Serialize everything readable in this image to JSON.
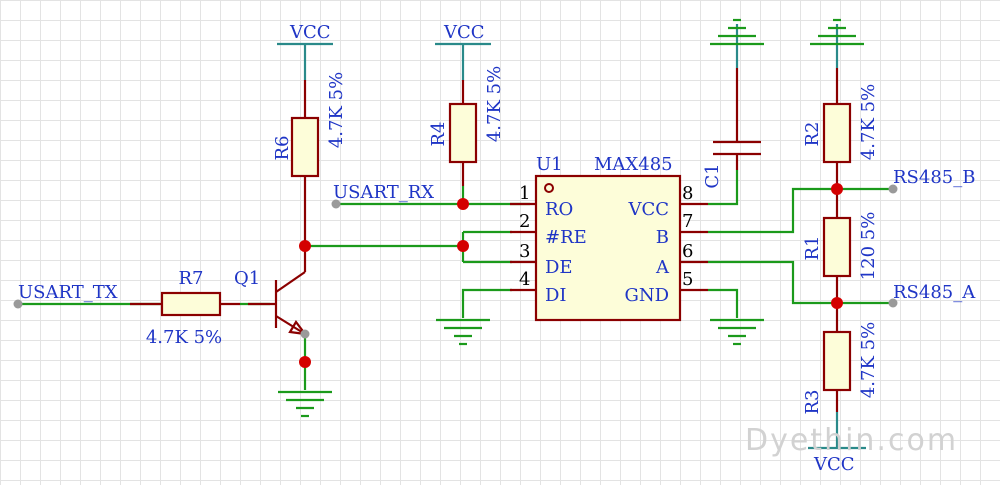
{
  "power": {
    "vcc_r6": "VCC",
    "vcc_r4": "VCC",
    "vcc_r3": "VCC"
  },
  "components": {
    "r6": {
      "designator": "R6",
      "value": "4.7K 5%"
    },
    "r4": {
      "designator": "R4",
      "value": "4.7K 5%"
    },
    "r2": {
      "designator": "R2",
      "value": "4.7K 5%"
    },
    "r1": {
      "designator": "R1",
      "value": "120 5%"
    },
    "r3": {
      "designator": "R3",
      "value": "4.7K 5%"
    },
    "r7": {
      "designator": "R7",
      "value": "4.7K 5%"
    },
    "q1": {
      "designator": "Q1"
    },
    "c1": {
      "designator": "C1"
    },
    "u1": {
      "designator": "U1",
      "part": "MAX485",
      "left_pins": [
        {
          "num": "1",
          "name": "RO"
        },
        {
          "num": "2",
          "name": "#RE"
        },
        {
          "num": "3",
          "name": "DE"
        },
        {
          "num": "4",
          "name": "DI"
        }
      ],
      "right_pins": [
        {
          "num": "8",
          "name": "VCC"
        },
        {
          "num": "7",
          "name": "B"
        },
        {
          "num": "6",
          "name": "A"
        },
        {
          "num": "5",
          "name": "GND"
        }
      ]
    }
  },
  "nets": {
    "usart_rx": "USART_RX",
    "usart_tx": "USART_TX",
    "rs485_b": "RS485_B",
    "rs485_a": "RS485_A"
  },
  "watermark": "Dyethin.com",
  "colors": {
    "wire": "#1b9a1b",
    "component": "#8b0000",
    "body_fill": "#fdfdd9",
    "power_symbol": "#2a8a8a",
    "junction": "#d40000",
    "label": "#1f35c6"
  }
}
